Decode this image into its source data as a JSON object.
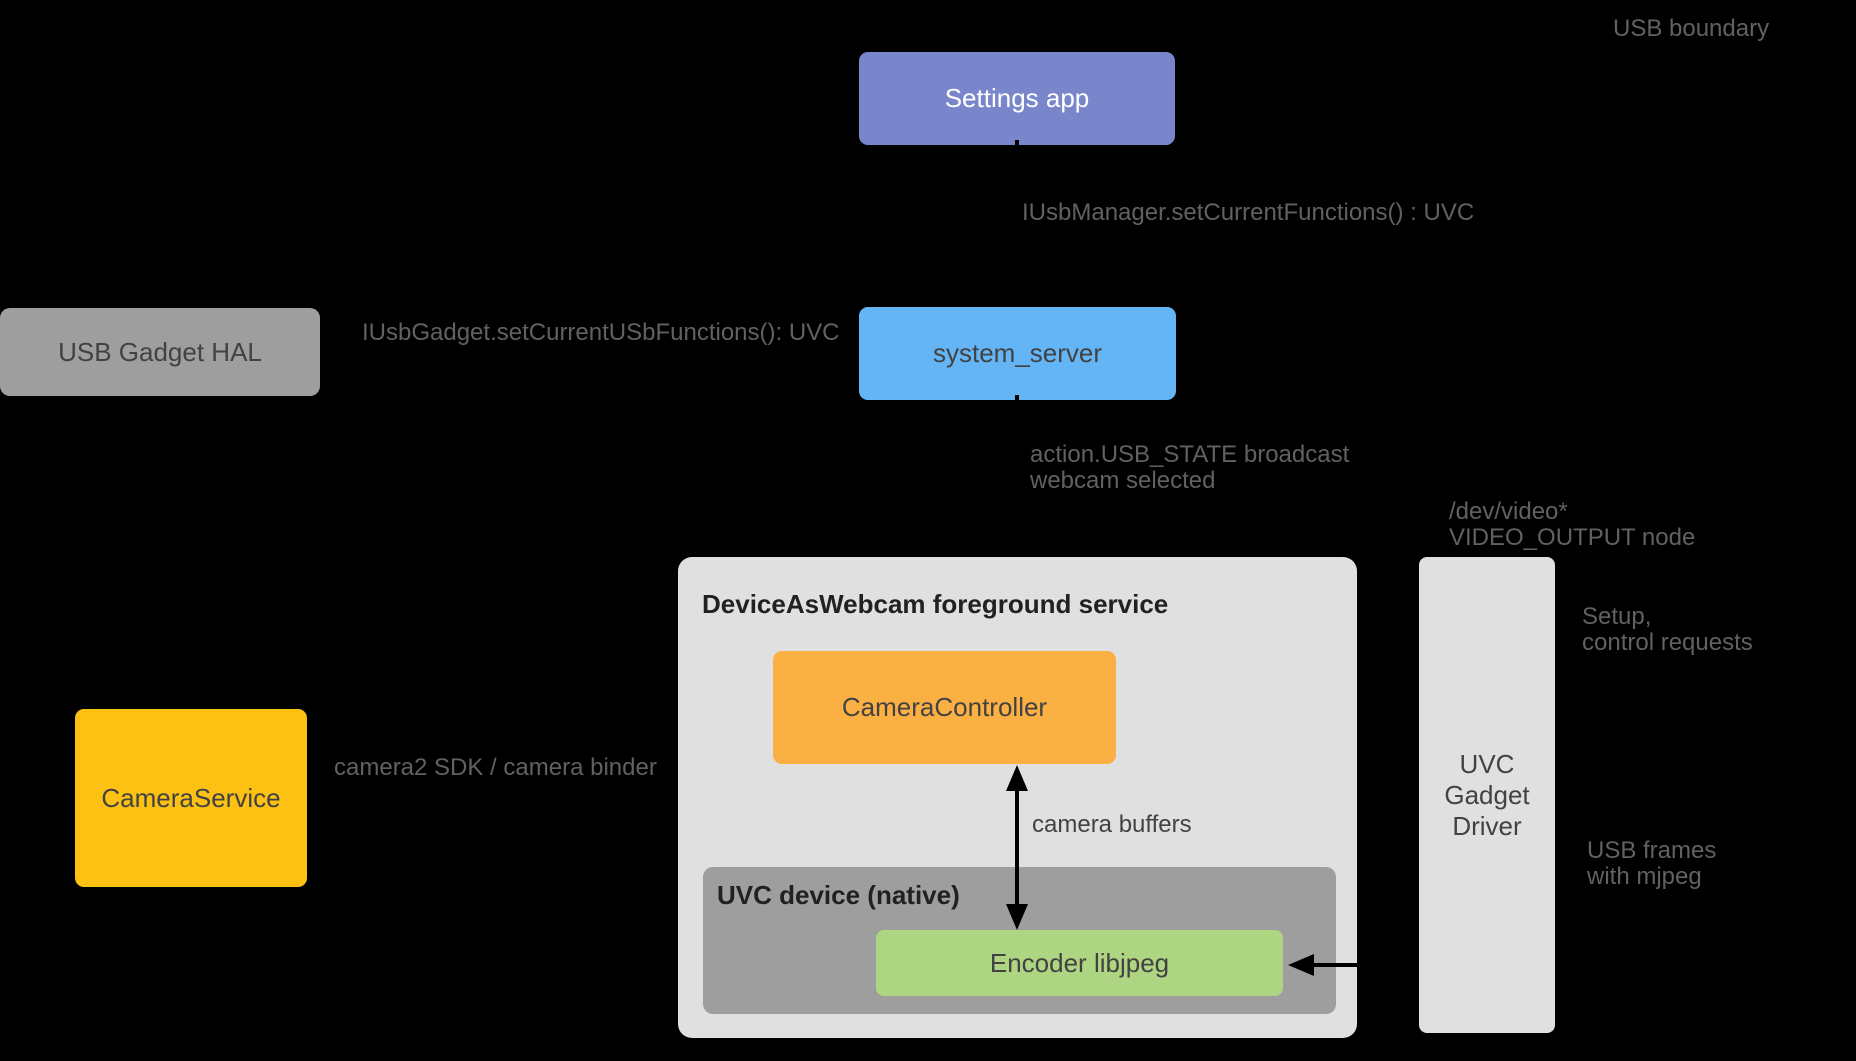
{
  "colors": {
    "background": "#000000",
    "settings_app": "#7986CB",
    "system_server": "#64B5F6",
    "usb_gadget_hal": "#9E9E9E",
    "camera_service": "#FCC112",
    "camera_controller": "#FBB043",
    "encoder": "#AED581",
    "foreground_service": "#E0E0E0",
    "uvc_device": "#9E9E9E",
    "uvc_gadget_driver": "#E0E0E0",
    "text_on_settings": "#FFFFFF",
    "text_dark": "#424242",
    "title_dark": "#212121",
    "label_gray": "#616161",
    "arrow": "#000000"
  },
  "diagram": {
    "usb_boundary_label": "USB boundary",
    "nodes": {
      "settings_app": "Settings app",
      "system_server": "system_server",
      "usb_gadget_hal": "USB Gadget HAL",
      "camera_service": "CameraService",
      "foreground_service_title": "DeviceAsWebcam foreground service",
      "camera_controller": "CameraController",
      "uvc_device_title": "UVC device (native)",
      "encoder": "Encoder libjpeg",
      "uvc_gadget_driver_line1": "UVC",
      "uvc_gadget_driver_line2": "Gadget",
      "uvc_gadget_driver_line3": "Driver"
    },
    "labels": {
      "iusbmanager": "IUsbManager.setCurrentFunctions() : UVC",
      "iusbgadget": "IUsbGadget.setCurrentUSbFunctions(): UVC",
      "usb_state_line1": "action.USB_STATE broadcast",
      "usb_state_line2": "webcam selected",
      "dev_video_line1": "/dev/video*",
      "dev_video_line2": "VIDEO_OUTPUT node",
      "camera2": "camera2 SDK / camera binder",
      "camera_buffers": "camera buffers",
      "setup_line1": "Setup,",
      "setup_line2": "control requests",
      "usb_frames_line1": "USB frames",
      "usb_frames_line2": "with mjpeg"
    }
  }
}
